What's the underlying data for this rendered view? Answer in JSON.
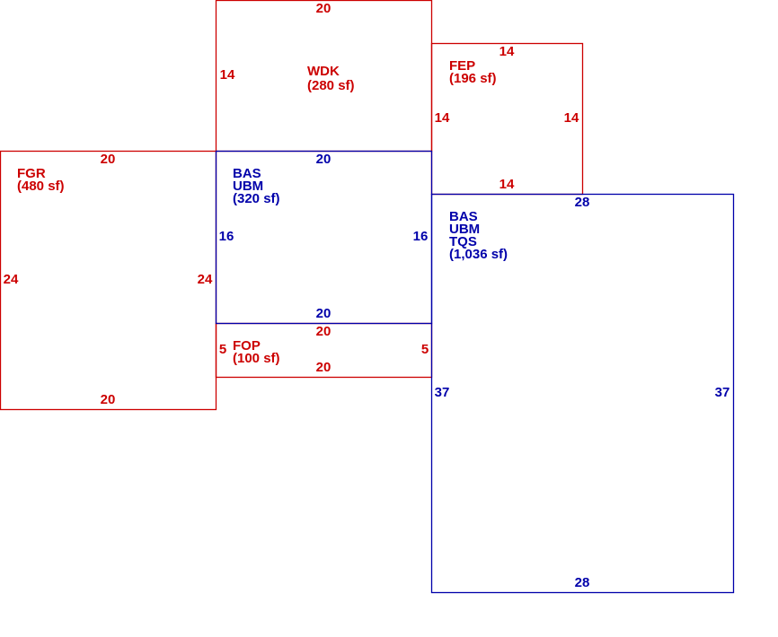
{
  "colors": {
    "addition": "#cc0000",
    "living": "#0000aa"
  },
  "areas": {
    "wdk": {
      "codes": [
        "WDK"
      ],
      "area": "(280 sf)"
    },
    "fep": {
      "codes": [
        "FEP"
      ],
      "area": "(196 sf)"
    },
    "fgr": {
      "codes": [
        "FGR"
      ],
      "area": "(480 sf)"
    },
    "bas_small": {
      "codes": [
        "BAS",
        "UBM"
      ],
      "area": "(320 sf)"
    },
    "bas_large": {
      "codes": [
        "BAS",
        "UBM",
        "TQS"
      ],
      "area": "(1,036 sf)"
    },
    "fop": {
      "codes": [
        "FOP"
      ],
      "area": "(100 sf)"
    }
  },
  "dimensions": {
    "wdk": {
      "top": "20",
      "left": "14"
    },
    "fep": {
      "top": "14",
      "left": "14",
      "right": "14",
      "bottom": "14"
    },
    "fgr": {
      "top": "20",
      "left": "24",
      "right": "24",
      "bottom": "20"
    },
    "bas_small": {
      "top": "20",
      "left": "16",
      "right": "16",
      "bottom": "20"
    },
    "bas_large": {
      "top": "28",
      "left": "37",
      "right": "37",
      "bottom": "28"
    },
    "fop": {
      "top": "20",
      "left": "5",
      "right": "5",
      "bottom": "20"
    }
  }
}
